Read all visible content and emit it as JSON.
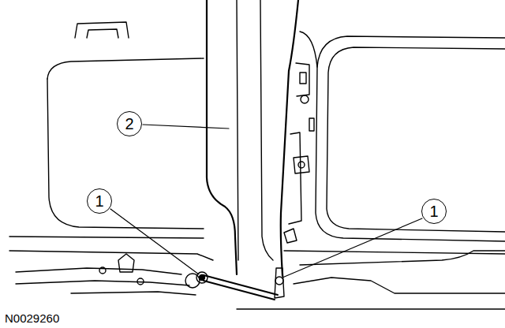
{
  "diagram": {
    "labels": [
      "2",
      "1",
      "1",
      "N0029260"
    ]
  }
}
